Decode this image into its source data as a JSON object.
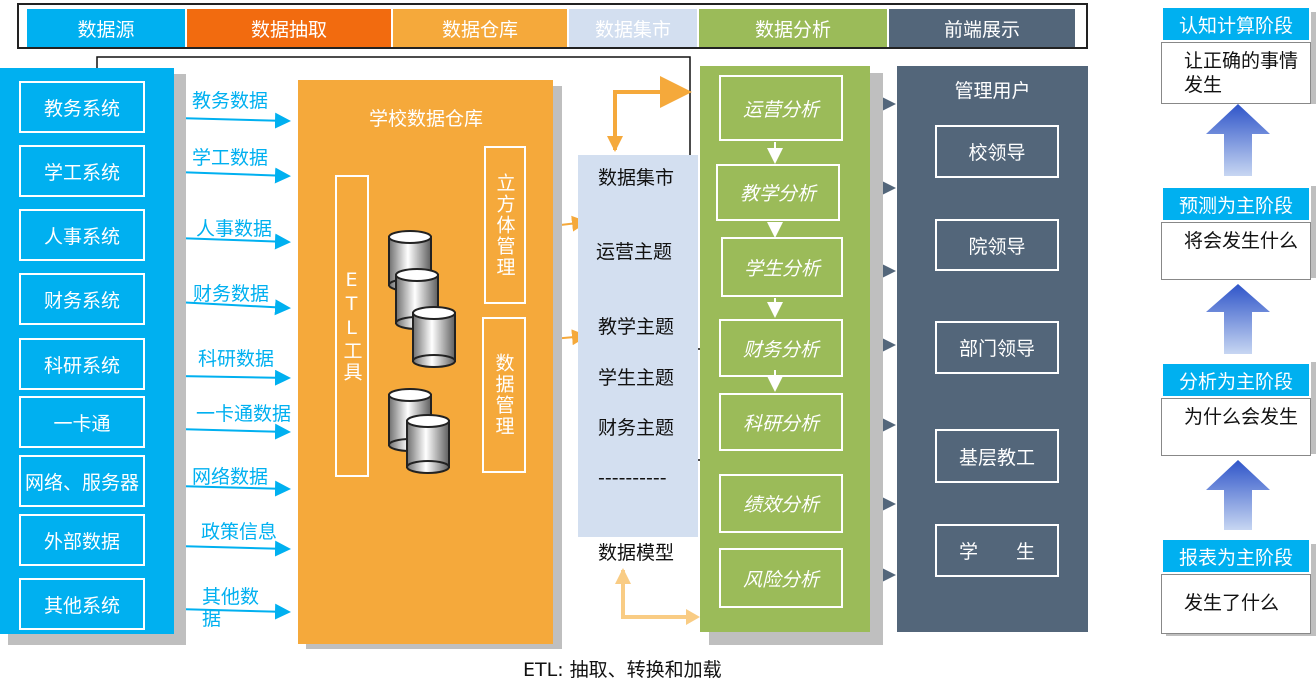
{
  "header": {
    "segments": [
      {
        "label": "数据源",
        "color": "#00b0f0"
      },
      {
        "label": "数据抽取",
        "color": "#f26b0f"
      },
      {
        "label": "数据仓库",
        "color": "#f5a93b"
      },
      {
        "label": "数据集市",
        "color": "#d3dff0"
      },
      {
        "label": "数据分析",
        "color": "#9bbb59"
      },
      {
        "label": "前端展示",
        "color": "#53667a"
      }
    ]
  },
  "sources": [
    "教务系统",
    "学工系统",
    "人事系统",
    "财务系统",
    "科研系统",
    "一卡通",
    "网络、服务器",
    "外部数据",
    "其他系统"
  ],
  "flows": [
    "教务数据",
    "学工数据",
    "人事数据",
    "财务数据",
    "科研数据",
    "一卡通数据",
    "网络数据",
    "政策信息",
    "其他数据"
  ],
  "warehouse": {
    "title": "学校数据仓库",
    "etl": "ETL工具",
    "cube": "立方体管理",
    "data_mgmt": "数据管理"
  },
  "mart": {
    "title": "数据集市",
    "items": [
      "运营主题",
      "教学主题",
      "学生主题",
      "财务主题",
      "----------",
      "数据模型"
    ]
  },
  "analysis": [
    "运营分析",
    "教学分析",
    "学生分析",
    "财务分析",
    "科研分析",
    "绩效分析",
    "风险分析"
  ],
  "management": {
    "title": "管理用户",
    "users": [
      "校领导",
      "院领导",
      "部门领导",
      "基层教工",
      "学　　生"
    ]
  },
  "stages": [
    {
      "title": "认知计算阶段",
      "desc": "让正确的事情发生"
    },
    {
      "title": "预测为主阶段",
      "desc": "将会发生什么"
    },
    {
      "title": "分析为主阶段",
      "desc": "为什么会发生"
    },
    {
      "title": "报表为主阶段",
      "desc": "发生了什么"
    }
  ],
  "footnote": "ETL: 抽取、转换和加载",
  "colors": {
    "source": "#00b0f0",
    "warehouse": "#f5a93b",
    "mart": "#d3dff0",
    "analysis": "#9bbb59",
    "management": "#53667a",
    "arrow_orange": "#f5a93b"
  }
}
